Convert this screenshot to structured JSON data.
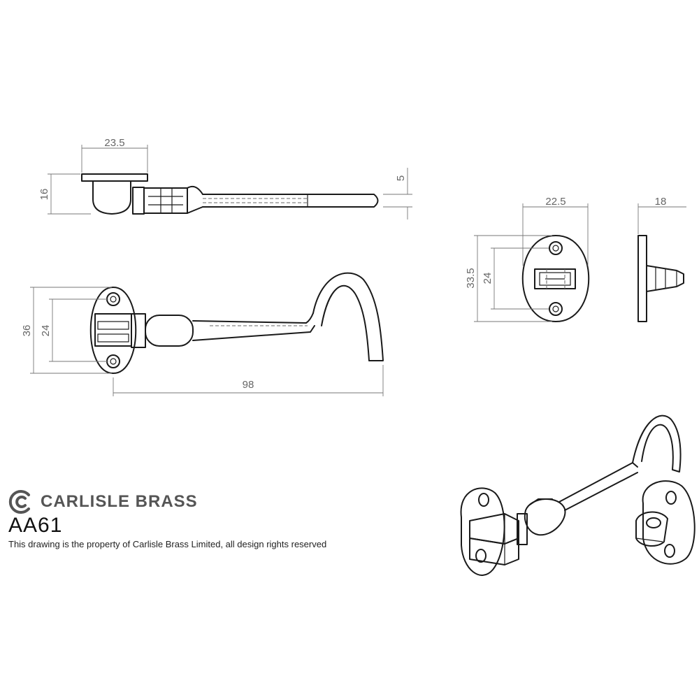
{
  "title_block": {
    "brand": "CARLISLE BRASS",
    "logo_icon": "carlisle-brass-c-logo",
    "product_code": "AA61",
    "notice": "This drawing is the property of Carlisle Brass Limited, all design rights reserved"
  },
  "dimensions": {
    "top_view": {
      "plate_width": "23.5",
      "plate_height": "16",
      "rod_diameter": "5"
    },
    "front_view": {
      "plate_height": "36",
      "hole_centers": "24",
      "overall_length": "98"
    },
    "eye_front_view": {
      "plate_width": "22.5",
      "plate_height": "33.5",
      "hole_centers": "24"
    },
    "eye_side_view": {
      "depth": "18"
    }
  },
  "colors": {
    "line": "#1a1a1a",
    "dimension": "#777777",
    "brand": "#555555"
  }
}
